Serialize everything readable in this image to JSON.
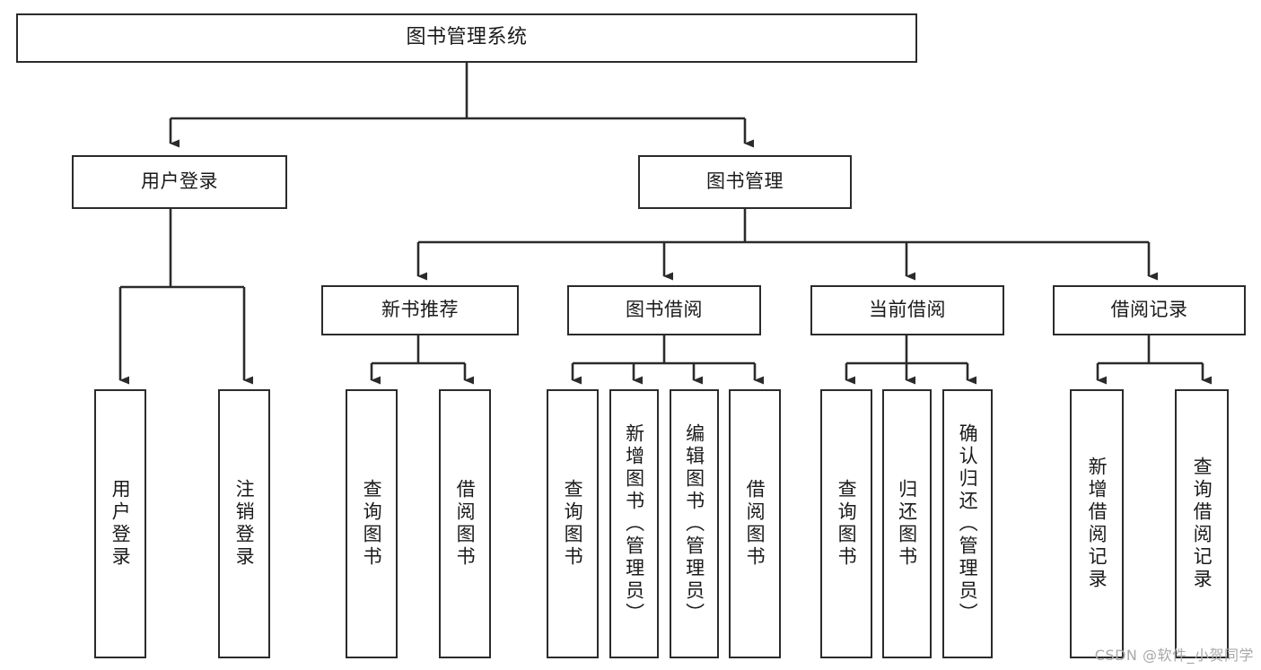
{
  "diagram": {
    "title": "图书管理系统",
    "type": "tree-hierarchy-chart",
    "watermark": "CSDN @软件_小贺同学",
    "colors": {
      "box_border": "#2b2b2b",
      "box_fill": "#ffffff",
      "edge": "#2b2b2b",
      "text": "#1a1a1a",
      "watermark": "#a8a8a8",
      "background": "#ffffff"
    },
    "levels": {
      "root": {
        "label": "图书管理系统"
      },
      "level2": [
        {
          "id": "user-login",
          "label": "用户登录"
        },
        {
          "id": "book-manage",
          "label": "图书管理"
        }
      ],
      "level3": [
        {
          "id": "new-book-recommend",
          "label": "新书推荐",
          "parent": "book-manage"
        },
        {
          "id": "book-borrow",
          "label": "图书借阅",
          "parent": "book-manage"
        },
        {
          "id": "current-borrow",
          "label": "当前借阅",
          "parent": "book-manage"
        },
        {
          "id": "borrow-record",
          "label": "借阅记录",
          "parent": "book-manage"
        }
      ],
      "leaves": [
        {
          "id": "leaf-user-login",
          "label": "用户登录",
          "parent": "user-login"
        },
        {
          "id": "leaf-user-logout",
          "label": "注销登录",
          "parent": "user-login"
        },
        {
          "id": "leaf-query-book-1",
          "label": "查询图书",
          "parent": "new-book-recommend"
        },
        {
          "id": "leaf-borrow-book-1",
          "label": "借阅图书",
          "parent": "new-book-recommend"
        },
        {
          "id": "leaf-query-book-2",
          "label": "查询图书",
          "parent": "book-borrow"
        },
        {
          "id": "leaf-add-book",
          "label": "新增图书（管理员）",
          "parent": "book-borrow"
        },
        {
          "id": "leaf-edit-book",
          "label": "编辑图书（管理员）",
          "parent": "book-borrow"
        },
        {
          "id": "leaf-borrow-book-2",
          "label": "借阅图书",
          "parent": "book-borrow"
        },
        {
          "id": "leaf-query-book-3",
          "label": "查询图书",
          "parent": "current-borrow"
        },
        {
          "id": "leaf-return-book",
          "label": "归还图书",
          "parent": "current-borrow"
        },
        {
          "id": "leaf-confirm-return",
          "label": "确认归还（管理员）",
          "parent": "current-borrow"
        },
        {
          "id": "leaf-add-record",
          "label": "新增借阅记录",
          "parent": "borrow-record"
        },
        {
          "id": "leaf-query-record",
          "label": "查询借阅记录",
          "parent": "borrow-record"
        }
      ]
    }
  }
}
